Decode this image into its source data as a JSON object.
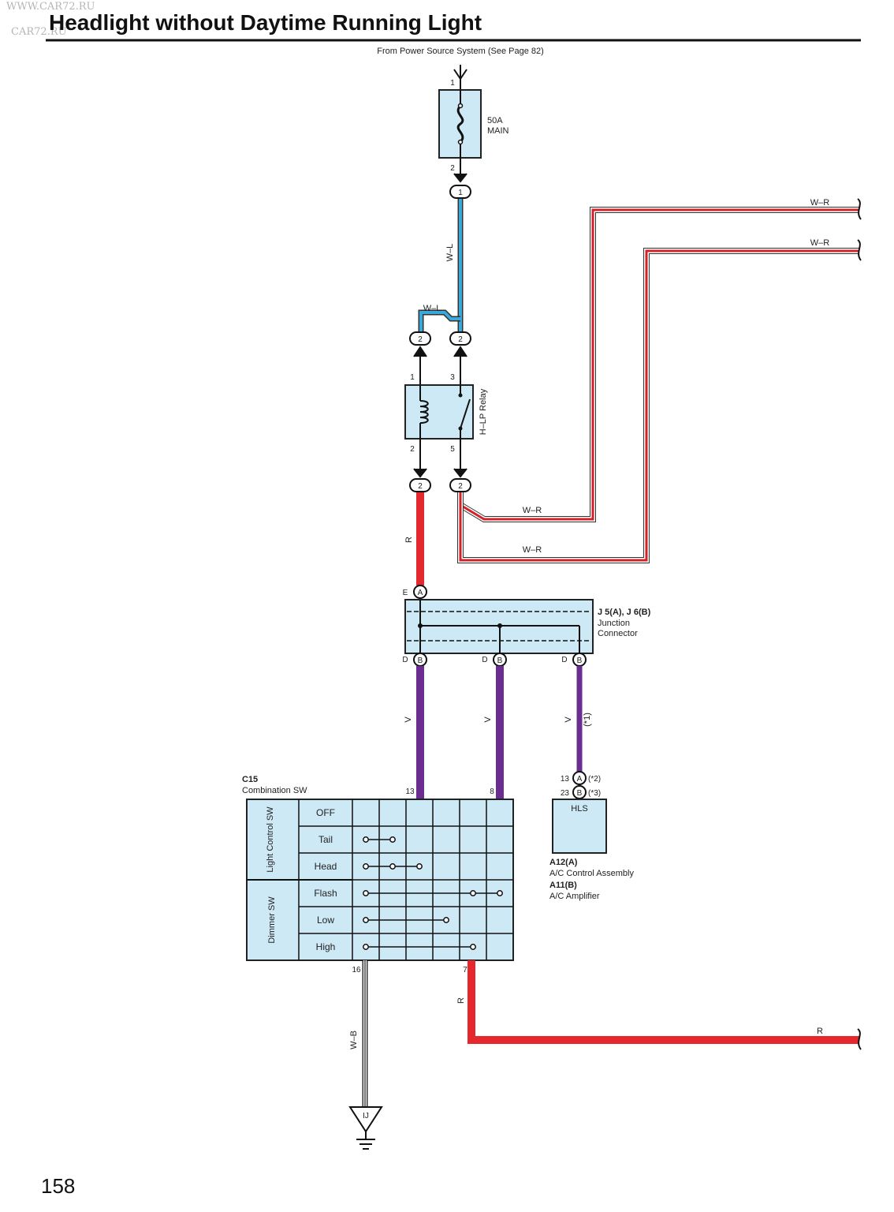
{
  "watermark": {
    "line1": "WWW.CAR72.RU",
    "line2": "CAR72.RU"
  },
  "header": {
    "title": "Headlight without Daytime Running Light",
    "source_note": "From Power Source System (See Page 82)"
  },
  "fuse": {
    "rating": "50A",
    "name": "MAIN",
    "pin_top": "1",
    "pin_bottom": "2"
  },
  "connectors": {
    "fuse_out": "1",
    "relay_in_left": "2",
    "relay_in_right": "2",
    "relay_out_left": "2",
    "relay_out_right": "2",
    "junction_in": "A",
    "junction_out_1": "B",
    "junction_out_2": "B",
    "junction_out_3": "B",
    "hls_a": "A",
    "hls_b": "B"
  },
  "relay": {
    "name": "H–LP Relay",
    "pin_1": "1",
    "pin_3": "3",
    "pin_2": "2",
    "pin_5": "5"
  },
  "junction": {
    "name": "J 5(A), J 6(B)",
    "desc_1": "Junction",
    "desc_2": "Connector",
    "in_prefix": "E",
    "out_prefix_1": "D",
    "out_prefix_2": "D",
    "out_prefix_3": "D"
  },
  "wires": {
    "wl_vertical": "W–L",
    "wl_branch": "W–L",
    "wr_top_1": "W–R",
    "wr_top_2": "W–R",
    "wr_bottom_1": "W–R",
    "wr_bottom_2": "W–R",
    "r_upper": "R",
    "v_1": "V",
    "v_2": "V",
    "v_3": "V",
    "v_3_note": "(*1)",
    "r_lower": "R",
    "r_right": "R",
    "wb": "W–B"
  },
  "switch": {
    "code": "C15",
    "name": "Combination SW",
    "pin_13": "13",
    "pin_8": "8",
    "pin_16": "16",
    "pin_7": "7",
    "group_1": "Light Control SW",
    "group_2": "Dimmer SW",
    "rows": [
      "OFF",
      "Tail",
      "Head",
      "Flash",
      "Low",
      "High"
    ]
  },
  "hls": {
    "label": "HLS",
    "pin_a_num": "13",
    "pin_a_note": "(*2)",
    "pin_b_num": "23",
    "pin_b_note": "(*3)",
    "code_a": "A12(A)",
    "desc_a": "A/C Control Assembly",
    "code_b": "A11(B)",
    "desc_b": "A/C Amplifier"
  },
  "ground": {
    "label": "IJ"
  },
  "page_number": "158"
}
